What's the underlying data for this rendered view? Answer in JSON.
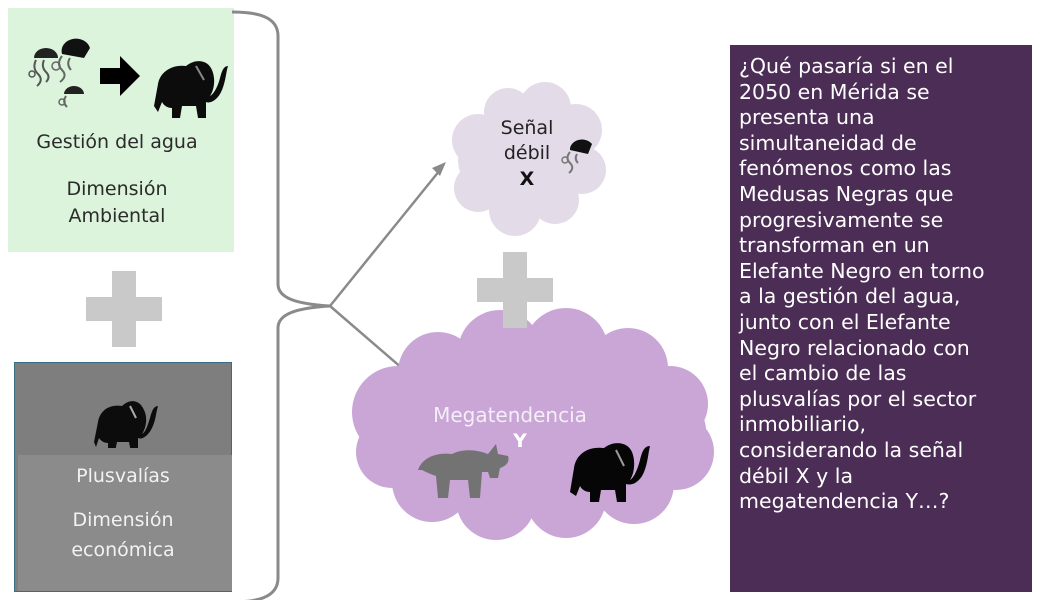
{
  "environment": {
    "title": "Gestión del agua",
    "dimension": "Dimensión\nAmbiental"
  },
  "economy": {
    "title": "Plusvalías",
    "dimension": "Dimensión\neconómica"
  },
  "weak_signal": {
    "label": "Señal\ndébil",
    "variable": "X"
  },
  "megatrend": {
    "label": "Megatendencia",
    "variable": "Y"
  },
  "question": "¿Qué pasaría si en el\n2050 en Mérida se\npresenta una\nsimultaneidad de\nfenómenos como las\nMedusas Negras que\nprogresivamente se\ntransforman en un\nElefante Negro en torno\na la gestión del agua,\njunto con el Elefante\nNegro relacionado con\nel cambio de las\nplusvalías por el sector\ninmobiliario,\nconsiderando la señal\ndébil X y la\nmegatendencia Y…?",
  "icons": [
    "jellyfish-icon",
    "arrow-right-icon",
    "elephant-icon",
    "rhino-icon",
    "plus-icon"
  ],
  "colors": {
    "environment_bg": "#dcf3dc",
    "economy_bg": "#7e7e7e",
    "weak_cloud": "#e4dbe9",
    "mega_cloud": "#c9a6d6",
    "question_bg": "#4b2d55",
    "plus": "#c9c9c9"
  }
}
